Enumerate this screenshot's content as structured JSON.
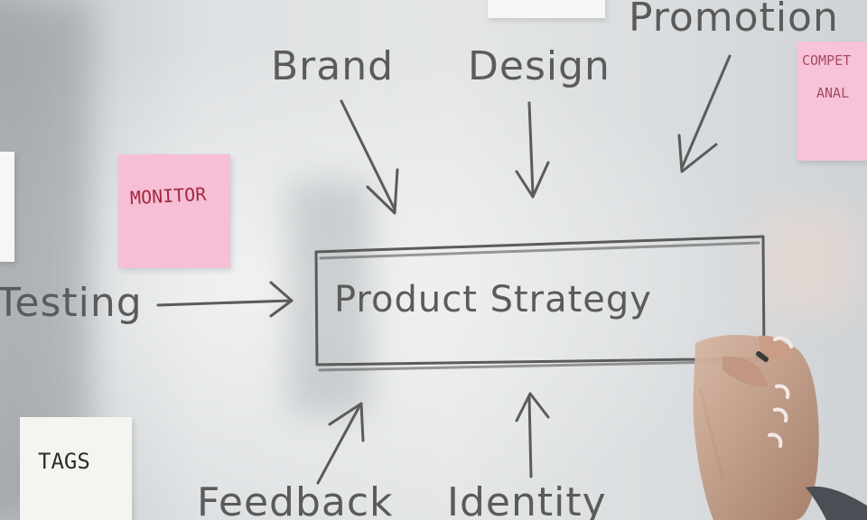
{
  "whiteboard": {
    "center_box_label": "Product Strategy",
    "labels": {
      "brand": "Brand",
      "design": "Design",
      "promotion": "Promotion",
      "testing": "Testing",
      "feedback": "Feedback",
      "identity": "Identity"
    }
  },
  "sticky_notes": {
    "monitor": "MONITOR",
    "tags": "TAGS",
    "competitor_line1": "COMPET",
    "competitor_line2": "ANAL"
  },
  "colors": {
    "ink": "#5a5b5a",
    "sticky_pink": "#f6bfd6",
    "sticky_white": "#f4f5f1",
    "monitor_text": "#a3283f"
  }
}
